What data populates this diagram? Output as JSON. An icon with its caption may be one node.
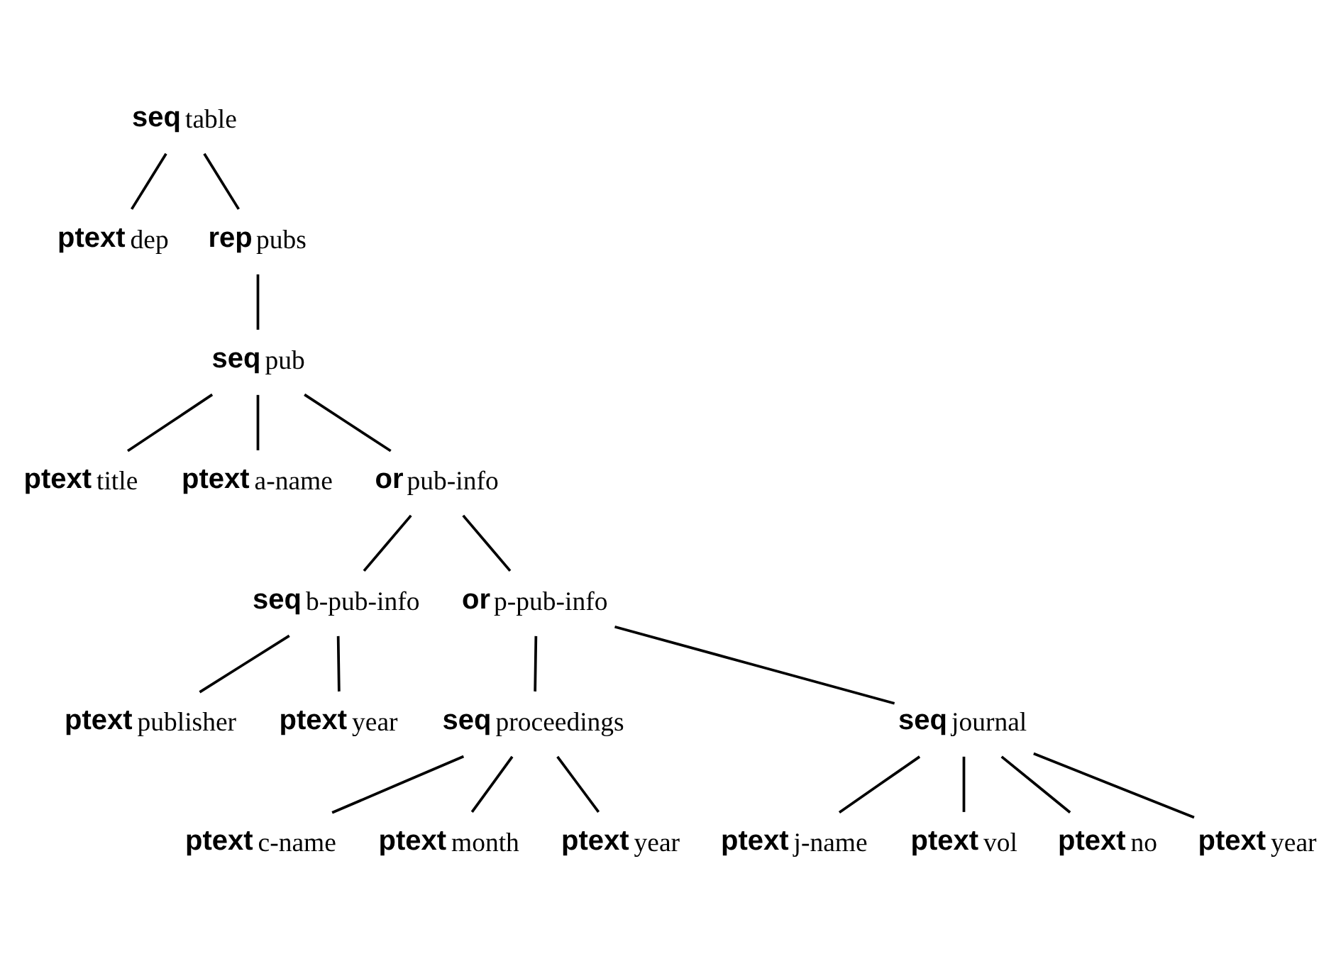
{
  "diagram": {
    "nodes": [
      {
        "text": [
          "seq"
        ],
        "beside": [
          "table"
        ]
      },
      {
        "text": [
          "ptext"
        ],
        "beside": [
          "dep"
        ]
      },
      {
        "text": [
          "rep"
        ],
        "beside": [
          "pubs"
        ]
      },
      {
        "text": [
          "seq"
        ],
        "beside": [
          "pub"
        ]
      },
      {
        "text": [
          "ptext"
        ],
        "beside": [
          "title"
        ]
      },
      {
        "text": [
          "ptext"
        ],
        "beside": [
          "a-name"
        ]
      },
      {
        "text": [
          "or"
        ],
        "beside": [
          "pub-info"
        ]
      },
      {
        "text": [
          "seq"
        ],
        "beside": [
          "b-pub-info"
        ]
      },
      {
        "text": [
          "or"
        ],
        "beside": [
          "p-pub-info"
        ]
      },
      {
        "text": [
          "ptext"
        ],
        "beside": [
          "publisher"
        ]
      },
      {
        "text": [
          "ptext"
        ],
        "beside": [
          "year"
        ]
      },
      {
        "text": [
          "seq"
        ],
        "beside": [
          "proceedings"
        ]
      },
      {
        "text": [
          "seq"
        ],
        "beside": [
          "journal"
        ]
      },
      {
        "text": [
          "ptext"
        ],
        "beside": [
          "c-name"
        ]
      },
      {
        "text": [
          "ptext"
        ],
        "beside": [
          "month"
        ]
      },
      {
        "text": [
          "ptext"
        ],
        "beside": [
          "year"
        ]
      },
      {
        "text": [
          "ptext"
        ],
        "beside": [
          "j-name"
        ]
      },
      {
        "text": [
          "ptext"
        ],
        "beside": [
          "vol"
        ]
      },
      {
        "text": [
          "ptext"
        ],
        "beside": [
          "no"
        ]
      },
      {
        "text": [
          "ptext"
        ],
        "beside": [
          "year"
        ]
      }
    ],
    "edges": [
      {
        "from": 0,
        "to": 1,
        "arrow": "none"
      },
      {
        "from": 0,
        "to": 2,
        "arrow": "none"
      },
      {
        "from": 2,
        "to": 3,
        "arrow": "none"
      },
      {
        "from": 3,
        "to": 4,
        "arrow": "none"
      },
      {
        "from": 3,
        "to": 5,
        "arrow": "none"
      },
      {
        "from": 3,
        "to": 6,
        "arrow": "none"
      },
      {
        "from": 6,
        "to": 7,
        "arrow": "none"
      },
      {
        "from": 6,
        "to": 8,
        "arrow": "none"
      },
      {
        "from": 7,
        "to": 9,
        "arrow": "none"
      },
      {
        "from": 7,
        "to": 10,
        "arrow": "none"
      },
      {
        "from": 8,
        "to": 11,
        "arrow": "none"
      },
      {
        "from": 8,
        "to": 12,
        "arrow": "none"
      },
      {
        "from": 11,
        "to": 13,
        "arrow": "none"
      },
      {
        "from": 11,
        "to": 14,
        "arrow": "none"
      },
      {
        "from": 11,
        "to": 15,
        "arrow": "none"
      },
      {
        "from": 12,
        "to": 16,
        "arrow": "none"
      },
      {
        "from": 12,
        "to": 17,
        "arrow": "none"
      },
      {
        "from": 12,
        "to": 18,
        "arrow": "none"
      },
      {
        "from": 12,
        "to": 19,
        "arrow": "none"
      }
    ]
  }
}
